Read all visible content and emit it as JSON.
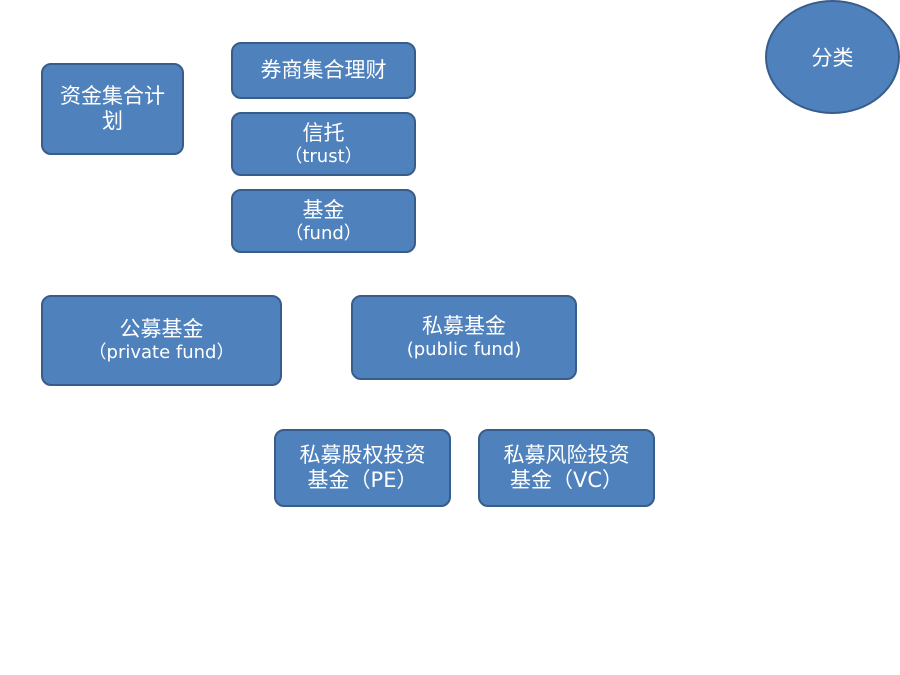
{
  "nodes": {
    "collective_plan": {
      "line1": "资金集合计",
      "line2": "划"
    },
    "broker_wealth": {
      "line1": "券商集合理财"
    },
    "trust": {
      "line1": "信托",
      "line2": "（trust）"
    },
    "fund": {
      "line1": "基金",
      "line2": "（fund）"
    },
    "public_offering_fund": {
      "line1": "公募基金",
      "line2": "（private fund）"
    },
    "private_offering_fund": {
      "line1": "私募基金",
      "line2": "(public fund)"
    },
    "private_equity_fund": {
      "line1": "私募股权投资",
      "line2": "基金（PE）"
    },
    "private_venture_fund": {
      "line1": "私募风险投资",
      "line2": "基金（VC）"
    }
  },
  "category_circle": {
    "label": "分类"
  },
  "colors": {
    "box_fill": "#4f81bd",
    "box_border": "#385d8a",
    "text": "#ffffff"
  }
}
